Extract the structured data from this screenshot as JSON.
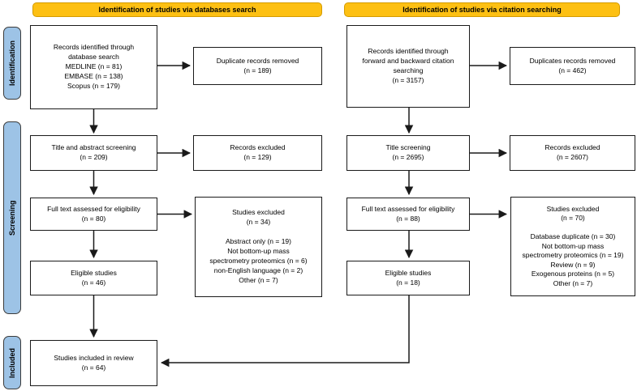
{
  "colors": {
    "header_fill": "#FDC013",
    "header_border": "#D49B00",
    "stage_fill": "#9DC3E6",
    "stage_border": "#3B3B3B",
    "box_border": "#1A1A1A",
    "arrow": "#1A1A1A"
  },
  "headers": {
    "databases": "Identification of studies via databases search",
    "citation": "Identification of studies via citation searching"
  },
  "stages": {
    "identification": "Identification",
    "screening": "Screening",
    "included": "Included"
  },
  "databases_flow": {
    "records_identified": "Records identified through\ndatabase search\nMEDLINE (n = 81)\nEMBASE (n = 138)\nScopus (n = 179)",
    "duplicates_removed": "Duplicate records removed\n(n = 189)",
    "title_abstract_screening": "Title and abstract screening\n(n = 209)",
    "records_excluded": "Records excluded\n(n = 129)",
    "full_text_assessed": "Full text assessed for eligibility\n(n = 80)",
    "studies_excluded": "Studies excluded\n(n = 34)\n\nAbstract only (n = 19)\nNot bottom-up mass\nspectrometry proteomics (n = 6)\nnon-English language (n = 2)\nOther (n = 7)",
    "eligible_studies": "Eligible studies\n(n = 46)",
    "included_in_review": "Studies included in review\n(n = 64)"
  },
  "citation_flow": {
    "records_identified": "Records identified through\nforward and backward citation\nsearching\n(n = 3157)",
    "duplicates_removed": "Duplicates records removed\n(n = 462)",
    "title_screening": "Title screening\n(n = 2695)",
    "records_excluded": "Records excluded\n(n = 2607)",
    "full_text_assessed": "Full text assessed for eligibility\n(n = 88)",
    "studies_excluded": "Studies excluded\n(n = 70)\n\nDatabase duplicate (n = 30)\nNot bottom-up mass\nspectrometry proteomics (n = 19)\nReview (n = 9)\nExogenous proteins (n = 5)\nOther (n = 7)",
    "eligible_studies": "Eligible studies\n(n = 18)"
  }
}
